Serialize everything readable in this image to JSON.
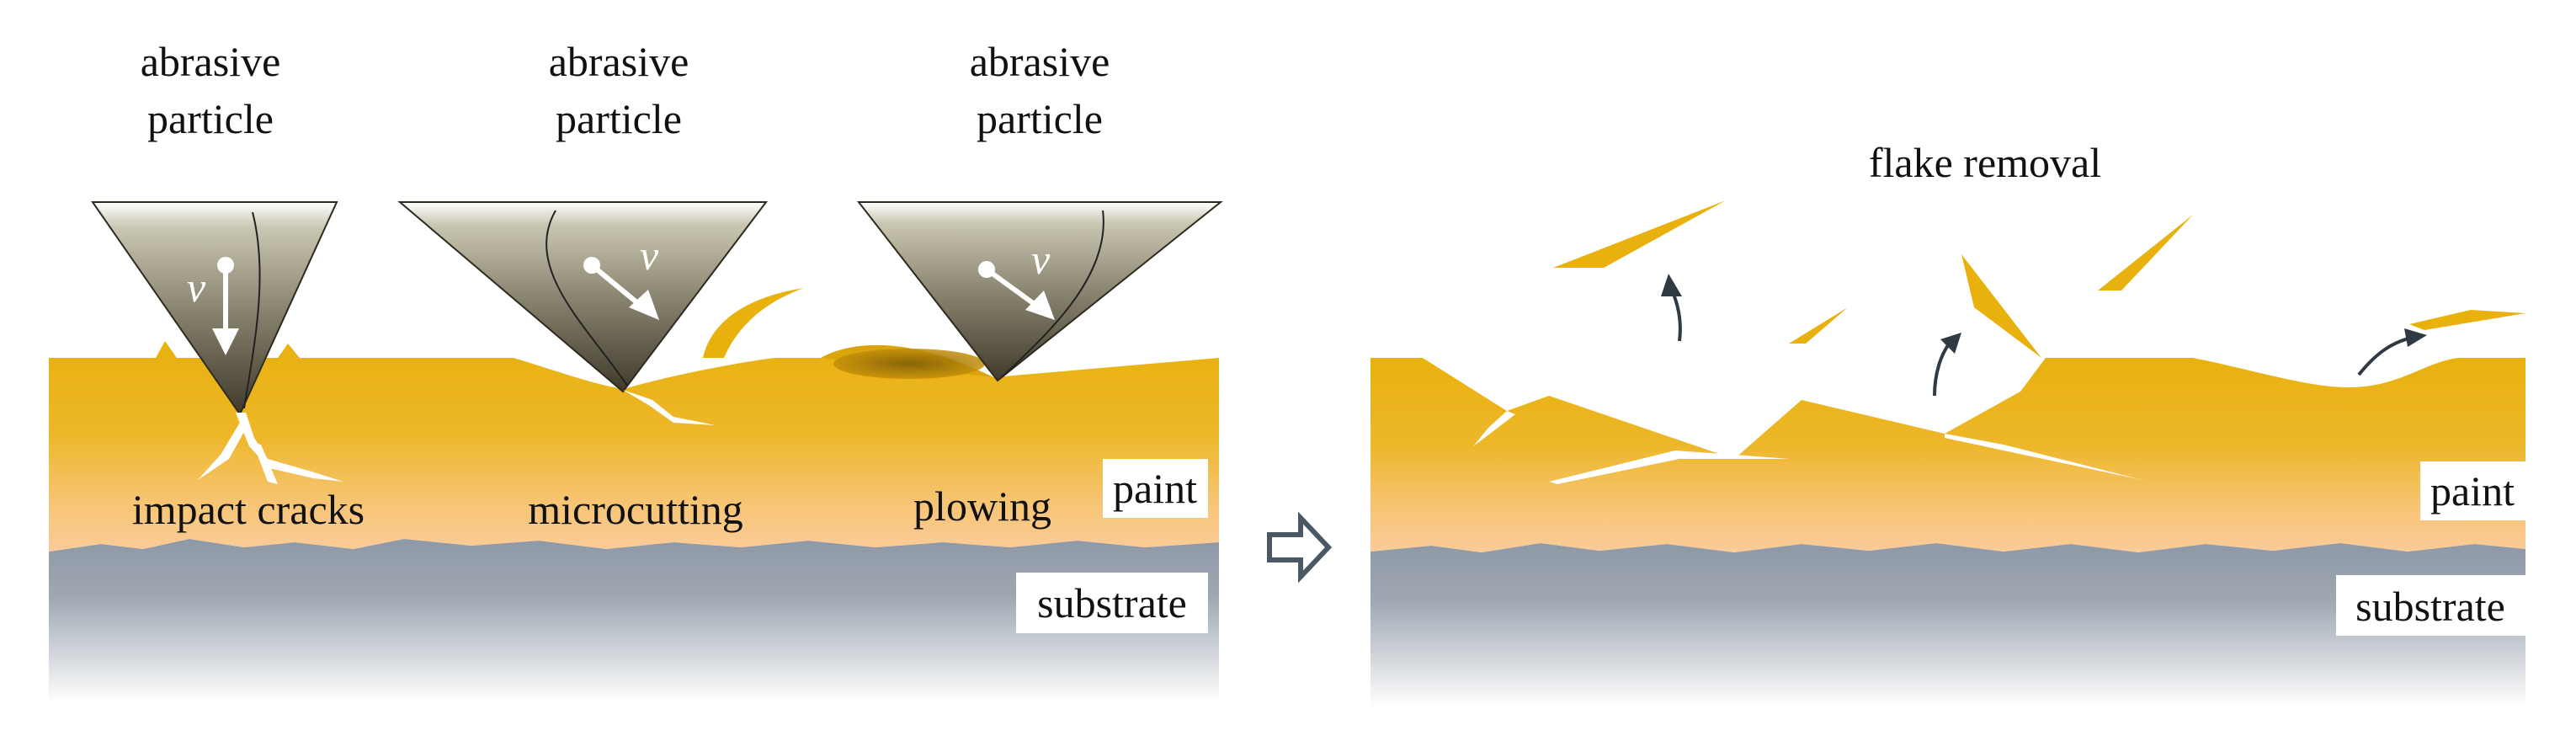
{
  "left_panel": {
    "particles": [
      {
        "label_line1": "abrasive",
        "label_line2": "particle",
        "velocity": "v"
      },
      {
        "label_line1": "abrasive",
        "label_line2": "particle",
        "velocity": "v"
      },
      {
        "label_line1": "abrasive",
        "label_line2": "particle",
        "velocity": "v"
      }
    ],
    "mechanisms": [
      "impact cracks",
      "microcutting",
      "plowing"
    ],
    "layers": {
      "paint": "paint",
      "substrate": "substrate"
    }
  },
  "right_panel": {
    "title": "flake removal",
    "layers": {
      "paint": "paint",
      "substrate": "substrate"
    }
  },
  "colors": {
    "paint_top": "#E8B10E",
    "paint_mid": "#F1BD45",
    "paint_bottom": "#FBCB9A",
    "substrate_top": "#8F99A6",
    "substrate_bottom": "#FFFFFF",
    "particle_dark": "#4A4535",
    "particle_light": "#C9C6B2",
    "crack": "#FFFFFF",
    "arrow": "#2F3A44",
    "transition_arrow": "#4A5866"
  },
  "icons": [
    "transition-arrow-icon",
    "velocity-arrow-icon",
    "ejection-arrow-icon"
  ]
}
